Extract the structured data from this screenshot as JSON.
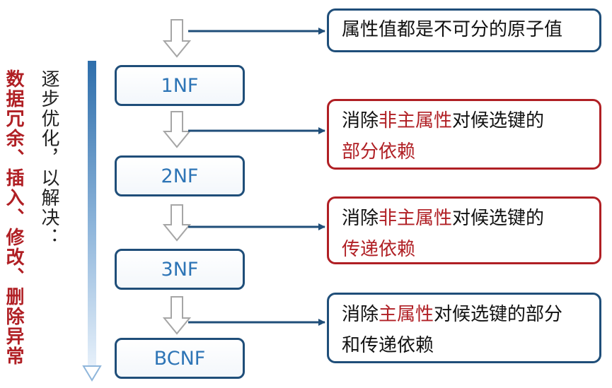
{
  "side_labels": {
    "concerns": "数据冗余、插入、修改、删除异常",
    "approach": "逐步优化，以解决："
  },
  "normal_forms": [
    "1NF",
    "2NF",
    "3NF",
    "BCNF"
  ],
  "descriptions": {
    "d0": {
      "text": "属性值都是不可分的原子值"
    },
    "d1": {
      "a": "消除",
      "b": "非主属性",
      "c": "对候选键的",
      "d": "部分依赖"
    },
    "d2": {
      "a": "消除",
      "b": "非主属性",
      "c": "对候选键的",
      "d": "传递依赖"
    },
    "d3": {
      "a": "消除",
      "b": "主属性",
      "c": "对候选键的部分",
      "d": "和传递依赖"
    }
  },
  "colors": {
    "navy": "#1f4e79",
    "accent_red": "#b01f24",
    "nf_text": "#2e75b6"
  }
}
